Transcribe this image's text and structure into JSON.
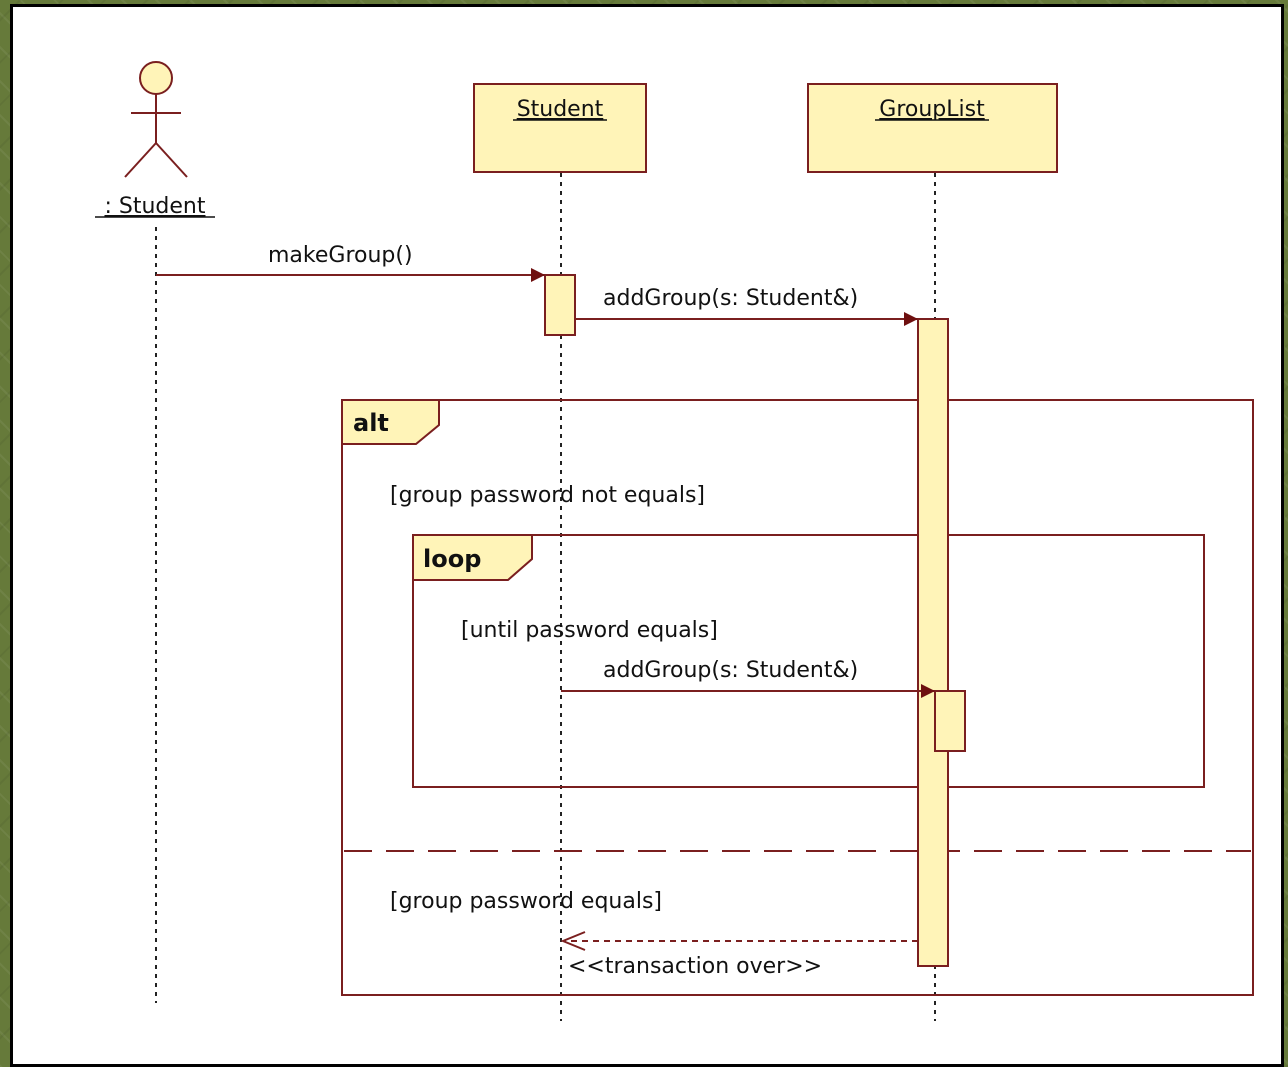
{
  "colors": {
    "line": "#7a1f1f",
    "box_fill": "#fff4b8",
    "box_stroke": "#7a1f1f",
    "arrowhead": "#6e0f0f",
    "lifeline": "#222222"
  },
  "actor": {
    "label": ": Student"
  },
  "lifelines": [
    {
      "label": "Student"
    },
    {
      "label": "GroupList"
    }
  ],
  "messages": [
    {
      "label": "makeGroup()"
    },
    {
      "label": "addGroup(s: Student&)"
    },
    {
      "label": "addGroup(s: Student&)"
    },
    {
      "label": "<<transaction over>>"
    }
  ],
  "fragments": {
    "alt": {
      "keyword": "alt",
      "guard_1": "[group password not equals]",
      "guard_2": "[group password equals]"
    },
    "loop": {
      "keyword": "loop",
      "guard": "[until password equals]"
    }
  }
}
